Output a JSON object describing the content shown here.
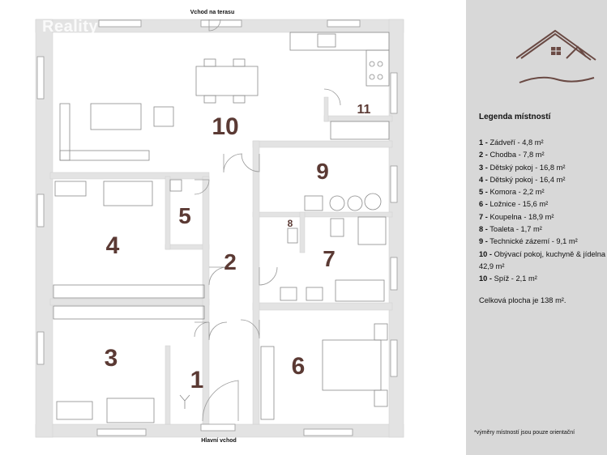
{
  "watermark": "Reality",
  "plan": {
    "top_label": "Vchod na terasu",
    "bottom_label": "Hlavní vchod",
    "room_numbers": [
      "1",
      "2",
      "3",
      "4",
      "5",
      "6",
      "7",
      "8",
      "9",
      "10",
      "11"
    ]
  },
  "legend": {
    "title": "Legenda místností",
    "items": [
      {
        "num": "1 -",
        "text": " Zádveří - 4,8 m²"
      },
      {
        "num": "2 -",
        "text": " Chodba - 7,8 m²"
      },
      {
        "num": "3 -",
        "text": " Dětský pokoj - 16,8 m²"
      },
      {
        "num": "4 -",
        "text": " Dětský pokoj - 16,4 m²"
      },
      {
        "num": "5 -",
        "text": " Komora - 2,2 m²"
      },
      {
        "num": "6 -",
        "text": " Ložnice - 15,6 m²"
      },
      {
        "num": "7 -",
        "text": " Koupelna - 18,9 m²"
      },
      {
        "num": "8 -",
        "text": " Toaleta - 1,7 m²"
      },
      {
        "num": "9 -",
        "text": " Technické zázemí - 9,1 m²"
      },
      {
        "num": "10 -",
        "text": " Obývací pokoj, kuchyně & jídelna - 42,9 m²"
      },
      {
        "num": "10 -",
        "text": " Spíž - 2,1 m²"
      }
    ],
    "total": "Celková plocha je 138 m².",
    "footnote": "*výměry místností jsou pouze orientační"
  },
  "colors": {
    "panel": "#d8d8d8",
    "room_number": "#5b3a34",
    "wall": "#e3e3e3",
    "logo": "#6a4a44"
  }
}
